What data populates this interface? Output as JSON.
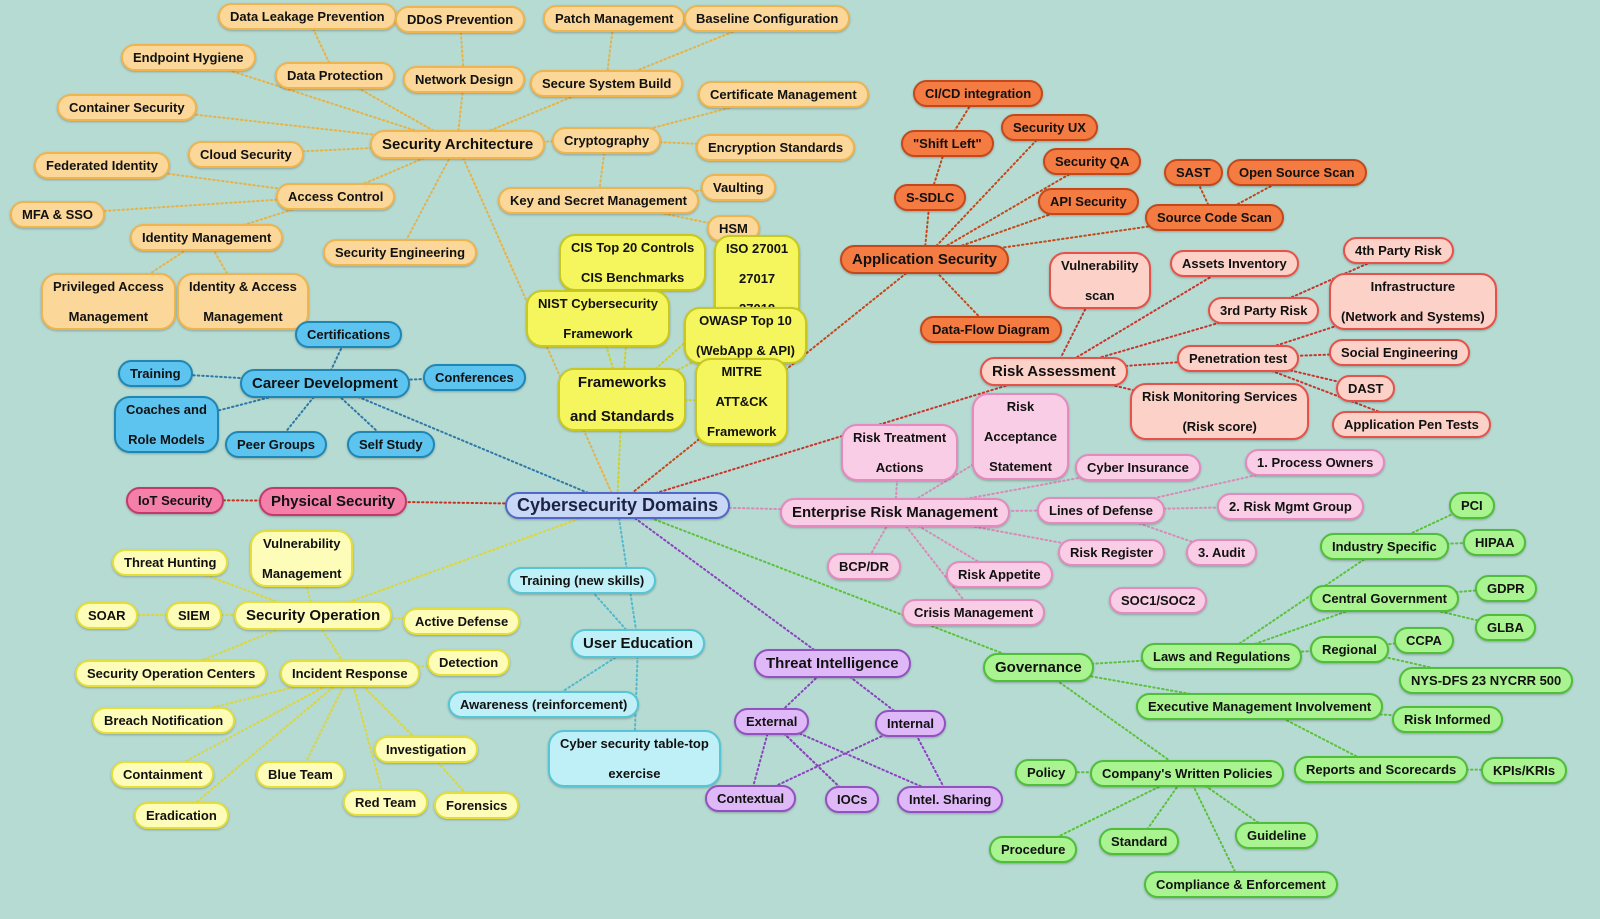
{
  "nodes": [
    {
      "id": "root",
      "label": "Cybersecurity Domains",
      "cls": "root",
      "parent": null
    },
    {
      "id": "sa",
      "label": "Security Architecture",
      "cls": "c-arch big",
      "parent": "root"
    },
    {
      "id": "dlp",
      "label": "Data Leakage Prevention",
      "cls": "c-arch",
      "parent": "dp"
    },
    {
      "id": "ddos",
      "label": "DDoS Prevention",
      "cls": "c-arch",
      "parent": "nd"
    },
    {
      "id": "pm",
      "label": "Patch Management",
      "cls": "c-arch",
      "parent": "ssb"
    },
    {
      "id": "bc",
      "label": "Baseline Configuration",
      "cls": "c-arch",
      "parent": "ssb"
    },
    {
      "id": "eh",
      "label": "Endpoint Hygiene",
      "cls": "c-arch",
      "parent": "sa"
    },
    {
      "id": "dp",
      "label": "Data Protection",
      "cls": "c-arch",
      "parent": "sa"
    },
    {
      "id": "nd",
      "label": "Network Design",
      "cls": "c-arch",
      "parent": "sa"
    },
    {
      "id": "ssb",
      "label": "Secure System Build",
      "cls": "c-arch",
      "parent": "sa"
    },
    {
      "id": "cm",
      "label": "Certificate Management",
      "cls": "c-arch",
      "parent": "cry"
    },
    {
      "id": "cs",
      "label": "Container Security",
      "cls": "c-arch",
      "parent": "sa"
    },
    {
      "id": "cry",
      "label": "Cryptography",
      "cls": "c-arch",
      "parent": "sa"
    },
    {
      "id": "es",
      "label": "Encryption Standards",
      "cls": "c-arch",
      "parent": "cry"
    },
    {
      "id": "cls",
      "label": "Cloud Security",
      "cls": "c-arch",
      "parent": "sa"
    },
    {
      "id": "fi",
      "label": "Federated Identity",
      "cls": "c-arch",
      "parent": "ac"
    },
    {
      "id": "ac",
      "label": "Access Control",
      "cls": "c-arch",
      "parent": "sa"
    },
    {
      "id": "vault",
      "label": "Vaulting",
      "cls": "c-arch",
      "parent": "ksm"
    },
    {
      "id": "ksm",
      "label": "Key and Secret Management",
      "cls": "c-arch",
      "parent": "cry"
    },
    {
      "id": "mfa",
      "label": "MFA & SSO",
      "cls": "c-arch",
      "parent": "ac"
    },
    {
      "id": "hsm",
      "label": "HSM",
      "cls": "c-arch",
      "parent": "ksm"
    },
    {
      "id": "im",
      "label": "Identity Management",
      "cls": "c-arch",
      "parent": "ac"
    },
    {
      "id": "se",
      "label": "Security Engineering",
      "cls": "c-arch",
      "parent": "sa"
    },
    {
      "id": "pam",
      "label": "Privileged Access\nManagement",
      "cls": "c-arch",
      "parent": "im"
    },
    {
      "id": "iam",
      "label": "Identity & Access\nManagement",
      "cls": "c-arch",
      "parent": "im"
    },
    {
      "id": "as",
      "label": "Application Security",
      "cls": "c-app big",
      "parent": "root"
    },
    {
      "id": "cicd",
      "label": "CI/CD integration",
      "cls": "c-app",
      "parent": "sl"
    },
    {
      "id": "sl",
      "label": "\"Shift Left\"",
      "cls": "c-app",
      "parent": "ssdlc"
    },
    {
      "id": "sux",
      "label": "Security UX",
      "cls": "c-app",
      "parent": "as"
    },
    {
      "id": "sqa",
      "label": "Security QA",
      "cls": "c-app",
      "parent": "as"
    },
    {
      "id": "ssdlc",
      "label": "S-SDLC",
      "cls": "c-app",
      "parent": "as"
    },
    {
      "id": "apis",
      "label": "API Security",
      "cls": "c-app",
      "parent": "as"
    },
    {
      "id": "sast",
      "label": "SAST",
      "cls": "c-app",
      "parent": "scs"
    },
    {
      "id": "oss",
      "label": "Open Source Scan",
      "cls": "c-app",
      "parent": "scs"
    },
    {
      "id": "scs",
      "label": "Source Code Scan",
      "cls": "c-app",
      "parent": "as"
    },
    {
      "id": "dfd",
      "label": "Data-Flow Diagram",
      "cls": "c-app",
      "parent": "as"
    },
    {
      "id": "ra",
      "label": "Risk Assessment",
      "cls": "c-risk big",
      "parent": "root"
    },
    {
      "id": "vs",
      "label": "Vulnerability\nscan",
      "cls": "c-risk",
      "parent": "ra"
    },
    {
      "id": "ai",
      "label": "Assets Inventory",
      "cls": "c-risk",
      "parent": "ra"
    },
    {
      "id": "p4",
      "label": "4th Party Risk",
      "cls": "c-risk",
      "parent": "p3"
    },
    {
      "id": "p3",
      "label": "3rd Party Risk",
      "cls": "c-risk",
      "parent": "ra"
    },
    {
      "id": "infra",
      "label": "Infrastructure\n(Network and Systems)",
      "cls": "c-risk",
      "parent": "pt"
    },
    {
      "id": "pt",
      "label": "Penetration test",
      "cls": "c-risk",
      "parent": "ra"
    },
    {
      "id": "soc",
      "label": "Social Engineering",
      "cls": "c-risk",
      "parent": "pt"
    },
    {
      "id": "dast",
      "label": "DAST",
      "cls": "c-risk",
      "parent": "pt"
    },
    {
      "id": "rms",
      "label": "Risk Monitoring Services\n(Risk score)",
      "cls": "c-risk",
      "parent": "ra"
    },
    {
      "id": "apt",
      "label": "Application Pen Tests",
      "cls": "c-risk",
      "parent": "pt"
    },
    {
      "id": "erm",
      "label": "Enterprise Risk Management",
      "cls": "c-erm big",
      "parent": "root"
    },
    {
      "id": "rta",
      "label": "Risk Treatment\nActions",
      "cls": "c-erm",
      "parent": "erm"
    },
    {
      "id": "ras",
      "label": "Risk\nAcceptance\nStatement",
      "cls": "c-erm",
      "parent": "erm"
    },
    {
      "id": "ci",
      "label": "Cyber Insurance",
      "cls": "c-erm",
      "parent": "erm"
    },
    {
      "id": "po",
      "label": "1. Process Owners",
      "cls": "c-erm",
      "parent": "lod"
    },
    {
      "id": "lod",
      "label": "Lines of Defense",
      "cls": "c-erm",
      "parent": "erm"
    },
    {
      "id": "rmg",
      "label": "2. Risk Mgmt Group",
      "cls": "c-erm",
      "parent": "lod"
    },
    {
      "id": "rr",
      "label": "Risk Register",
      "cls": "c-erm",
      "parent": "erm"
    },
    {
      "id": "aud",
      "label": "3. Audit",
      "cls": "c-erm",
      "parent": "lod"
    },
    {
      "id": "bcp",
      "label": "BCP/DR",
      "cls": "c-erm",
      "parent": "erm"
    },
    {
      "id": "rap",
      "label": "Risk Appetite",
      "cls": "c-erm",
      "parent": "erm"
    },
    {
      "id": "soc12",
      "label": "SOC1/SOC2",
      "cls": "c-erm",
      "parent": null
    },
    {
      "id": "crm",
      "label": "Crisis Management",
      "cls": "c-erm",
      "parent": "erm"
    },
    {
      "id": "fs",
      "label": "Frameworks\nand Standards",
      "cls": "c-fw big",
      "parent": "root"
    },
    {
      "id": "cis",
      "label": "CIS Top 20 Controls\nCIS Benchmarks",
      "cls": "c-fw",
      "parent": "fs"
    },
    {
      "id": "iso",
      "label": "ISO 27001\n27017\n27018",
      "cls": "c-fw",
      "parent": "fs"
    },
    {
      "id": "nist",
      "label": "NIST Cybersecurity\nFramework",
      "cls": "c-fw",
      "parent": "fs"
    },
    {
      "id": "owasp",
      "label": "OWASP Top 10\n(WebApp & API)",
      "cls": "c-fw",
      "parent": "fs"
    },
    {
      "id": "mitre",
      "label": "MITRE\nATT&CK\nFramework",
      "cls": "c-fw",
      "parent": "fs"
    },
    {
      "id": "cd",
      "label": "Career Development",
      "cls": "c-car big",
      "parent": "root"
    },
    {
      "id": "cert",
      "label": "Certifications",
      "cls": "c-car",
      "parent": "cd"
    },
    {
      "id": "tr",
      "label": "Training",
      "cls": "c-car",
      "parent": "cd"
    },
    {
      "id": "conf",
      "label": "Conferences",
      "cls": "c-car",
      "parent": "cd"
    },
    {
      "id": "coach",
      "label": "Coaches and\nRole Models",
      "cls": "c-car",
      "parent": "cd"
    },
    {
      "id": "peer",
      "label": "Peer Groups",
      "cls": "c-car",
      "parent": "cd"
    },
    {
      "id": "self",
      "label": "Self Study",
      "cls": "c-car",
      "parent": "cd"
    },
    {
      "id": "ps",
      "label": "Physical Security",
      "cls": "c-phys big",
      "parent": "root"
    },
    {
      "id": "iot",
      "label": "IoT Security",
      "cls": "c-phys",
      "parent": "ps"
    },
    {
      "id": "so",
      "label": "Security Operation",
      "cls": "c-ops big",
      "parent": "root"
    },
    {
      "id": "th",
      "label": "Threat Hunting",
      "cls": "c-ops",
      "parent": "so"
    },
    {
      "id": "vm",
      "label": "Vulnerability\nManagement",
      "cls": "c-ops",
      "parent": "so"
    },
    {
      "id": "soar",
      "label": "SOAR",
      "cls": "c-ops",
      "parent": "siem"
    },
    {
      "id": "siem",
      "label": "SIEM",
      "cls": "c-ops",
      "parent": "so"
    },
    {
      "id": "ad",
      "label": "Active Defense",
      "cls": "c-ops",
      "parent": "so"
    },
    {
      "id": "socs",
      "label": "Security Operation Centers",
      "cls": "c-ops",
      "parent": "so"
    },
    {
      "id": "ir",
      "label": "Incident Response",
      "cls": "c-ops",
      "parent": "so"
    },
    {
      "id": "det",
      "label": "Detection",
      "cls": "c-ops",
      "parent": "ir"
    },
    {
      "id": "bn",
      "label": "Breach Notification",
      "cls": "c-ops",
      "parent": "ir"
    },
    {
      "id": "inv",
      "label": "Investigation",
      "cls": "c-ops",
      "parent": "ir"
    },
    {
      "id": "cont",
      "label": "Containment",
      "cls": "c-ops",
      "parent": "ir"
    },
    {
      "id": "bt",
      "label": "Blue Team",
      "cls": "c-ops",
      "parent": "ir"
    },
    {
      "id": "rt",
      "label": "Red Team",
      "cls": "c-ops",
      "parent": "ir"
    },
    {
      "id": "for",
      "label": "Forensics",
      "cls": "c-ops",
      "parent": "inv"
    },
    {
      "id": "erad",
      "label": "Eradication",
      "cls": "c-ops",
      "parent": "ir"
    },
    {
      "id": "ue",
      "label": "User Education",
      "cls": "c-edu big",
      "parent": "root"
    },
    {
      "id": "tns",
      "label": "Training (new skills)",
      "cls": "c-edu",
      "parent": "ue"
    },
    {
      "id": "awr",
      "label": "Awareness (reinforcement)",
      "cls": "c-edu",
      "parent": "ue"
    },
    {
      "id": "ttx",
      "label": "Cyber security table-top\nexercise",
      "cls": "c-edu",
      "parent": "ue"
    },
    {
      "id": "ti",
      "label": "Threat Intelligence",
      "cls": "c-ti big",
      "parent": "root"
    },
    {
      "id": "ext",
      "label": "External",
      "cls": "c-ti",
      "parent": "ti"
    },
    {
      "id": "int",
      "label": "Internal",
      "cls": "c-ti",
      "parent": "ti"
    },
    {
      "id": "ctx",
      "label": "Contextual",
      "cls": "c-ti",
      "parent": "ext"
    },
    {
      "id": "iocs",
      "label": "IOCs",
      "cls": "c-ti",
      "parent": "ext"
    },
    {
      "id": "isha",
      "label": "Intel. Sharing",
      "cls": "c-ti",
      "parent": "int"
    },
    {
      "id": "gov",
      "label": "Governance",
      "cls": "c-gov big",
      "parent": "root"
    },
    {
      "id": "pci",
      "label": "PCI",
      "cls": "c-gov",
      "parent": "ind"
    },
    {
      "id": "ind",
      "label": "Industry Specific",
      "cls": "c-gov",
      "parent": "lr"
    },
    {
      "id": "hipaa",
      "label": "HIPAA",
      "cls": "c-gov",
      "parent": "ind"
    },
    {
      "id": "gdpr",
      "label": "GDPR",
      "cls": "c-gov",
      "parent": "cg"
    },
    {
      "id": "cg",
      "label": "Central Government",
      "cls": "c-gov",
      "parent": "lr"
    },
    {
      "id": "glba",
      "label": "GLBA",
      "cls": "c-gov",
      "parent": "cg"
    },
    {
      "id": "ccpa",
      "label": "CCPA",
      "cls": "c-gov",
      "parent": "reg"
    },
    {
      "id": "reg",
      "label": "Regional",
      "cls": "c-gov",
      "parent": "lr"
    },
    {
      "id": "lr",
      "label": "Laws and Regulations",
      "cls": "c-gov",
      "parent": "gov"
    },
    {
      "id": "nys",
      "label": "NYS-DFS 23 NYCRR 500",
      "cls": "c-gov",
      "parent": "reg"
    },
    {
      "id": "emi",
      "label": "Executive Management Involvement",
      "cls": "c-gov",
      "parent": "gov"
    },
    {
      "id": "rinf",
      "label": "Risk Informed",
      "cls": "c-gov",
      "parent": "emi"
    },
    {
      "id": "pol",
      "label": "Policy",
      "cls": "c-gov",
      "parent": "cwp"
    },
    {
      "id": "cwp",
      "label": "Company's Written Policies",
      "cls": "c-gov",
      "parent": "gov"
    },
    {
      "id": "rs",
      "label": "Reports and Scorecards",
      "cls": "c-gov",
      "parent": "emi"
    },
    {
      "id": "kpi",
      "label": "KPIs/KRIs",
      "cls": "c-gov",
      "parent": "rs"
    },
    {
      "id": "gl",
      "label": "Guideline",
      "cls": "c-gov",
      "parent": "cwp"
    },
    {
      "id": "proc",
      "label": "Procedure",
      "cls": "c-gov",
      "parent": "cwp"
    },
    {
      "id": "std",
      "label": "Standard",
      "cls": "c-gov",
      "parent": "cwp"
    },
    {
      "id": "ce",
      "label": "Compliance & Enforcement",
      "cls": "c-gov",
      "parent": "cwp"
    }
  ],
  "colors": {
    "root": "#4a5fc0",
    "c-arch": "#e6b24a",
    "c-app": "#c4481a",
    "c-risk": "#c9352e",
    "c-erm": "#d98ab8",
    "c-fw": "#d0cf2a",
    "c-car": "#2f78a8",
    "c-phys": "#c7321e",
    "c-ops": "#dcd63a",
    "c-edu": "#52b8cc",
    "c-ti": "#8a45bd",
    "c-gov": "#5cc23c"
  },
  "cross_links": [
    [
      "ext",
      "isha"
    ],
    [
      "int",
      "ctx"
    ],
    [
      "ext",
      "iocs"
    ]
  ]
}
